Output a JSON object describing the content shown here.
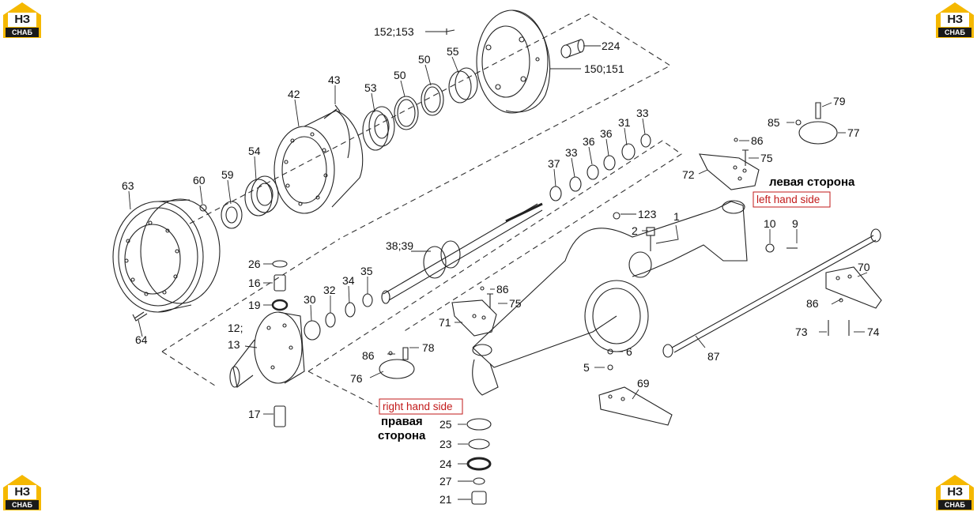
{
  "logo": {
    "top_text": "НЗ",
    "bottom_text": "СНАБ",
    "accent_color": "#f5b800"
  },
  "side_labels": {
    "left_ru": "левая сторона",
    "left_en": "left hand side",
    "right_en": "right hand side",
    "right_ru_line1": "правая",
    "right_ru_line2": "сторона"
  },
  "callouts": {
    "c152": "152;153",
    "c224": "224",
    "c150": "150;151",
    "c55": "55",
    "c50a": "50",
    "c50b": "50",
    "c53": "53",
    "c43": "43",
    "c42": "42",
    "c54": "54",
    "c59": "59",
    "c60": "60",
    "c63": "63",
    "c37": "37",
    "c33a": "33",
    "c36a": "36",
    "c36b": "36",
    "c31": "31",
    "c33b": "33",
    "c38": "38;39",
    "c35": "35",
    "c34": "34",
    "c32": "32",
    "c30": "30",
    "c26": "26",
    "c16": "16",
    "c19": "19",
    "c12": "12;",
    "c13": "13",
    "c64": "64",
    "c17": "17",
    "c123": "123",
    "c1": "1",
    "c2": "2",
    "c10": "10",
    "c9": "9",
    "c79": "79",
    "c85": "85",
    "c77": "77",
    "c86a": "86",
    "c75a": "75",
    "c72": "72",
    "c70": "70",
    "c86b": "86",
    "c73": "73",
    "c74": "74",
    "c87": "87",
    "c86c": "86",
    "c75b": "75",
    "c71": "71",
    "c86d": "86",
    "c78": "78",
    "c76": "76",
    "c6": "6",
    "c5": "5",
    "c69": "69",
    "c25": "25",
    "c23": "23",
    "c24": "24",
    "c27": "27",
    "c21": "21"
  }
}
